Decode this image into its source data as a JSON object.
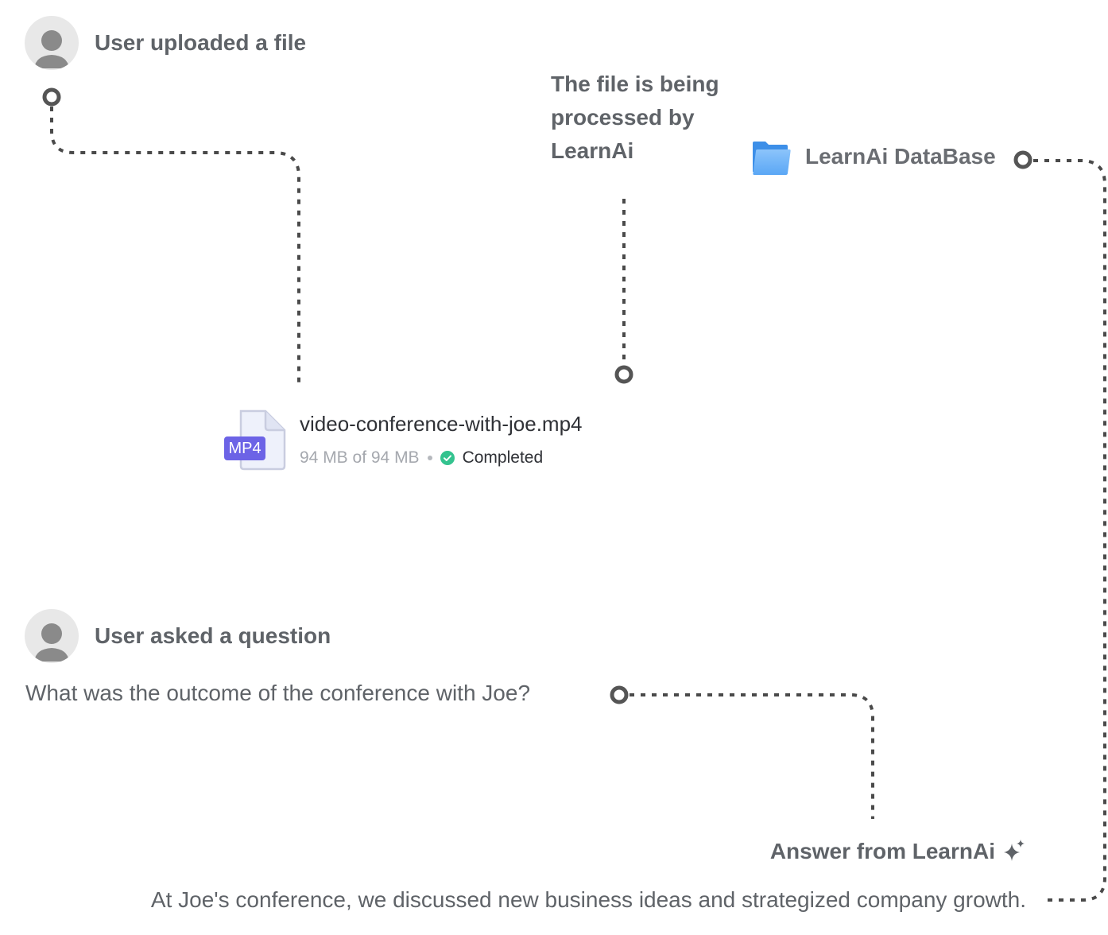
{
  "upload_step": {
    "title": "User uploaded a file",
    "avatar_icon": "user-avatar-icon"
  },
  "processing_step": {
    "title_lines": [
      "The file is being",
      "processed by",
      "LearnAi"
    ]
  },
  "database": {
    "label": "LearnAi DataBase",
    "icon": "folder-icon",
    "icon_color": "#5aa7f5"
  },
  "file": {
    "badge": "MP4",
    "badge_color": "#6c63e6",
    "name": "video-conference-with-joe.mp4",
    "size_text": "94 MB of 94 MB",
    "status": "Completed",
    "status_color": "#34c38f",
    "icon": "video-file-icon"
  },
  "question_step": {
    "title": "User asked a question",
    "avatar_icon": "user-avatar-icon",
    "question": "What was the outcome of the conference with Joe?"
  },
  "answer_step": {
    "title": "Answer from LearnAi",
    "icon": "sparkle-icon",
    "answer": "At Joe's conference, we discussed new business ideas and strategized company growth."
  },
  "colors": {
    "connector": "#4a4a4a",
    "text": "#5f6368"
  }
}
